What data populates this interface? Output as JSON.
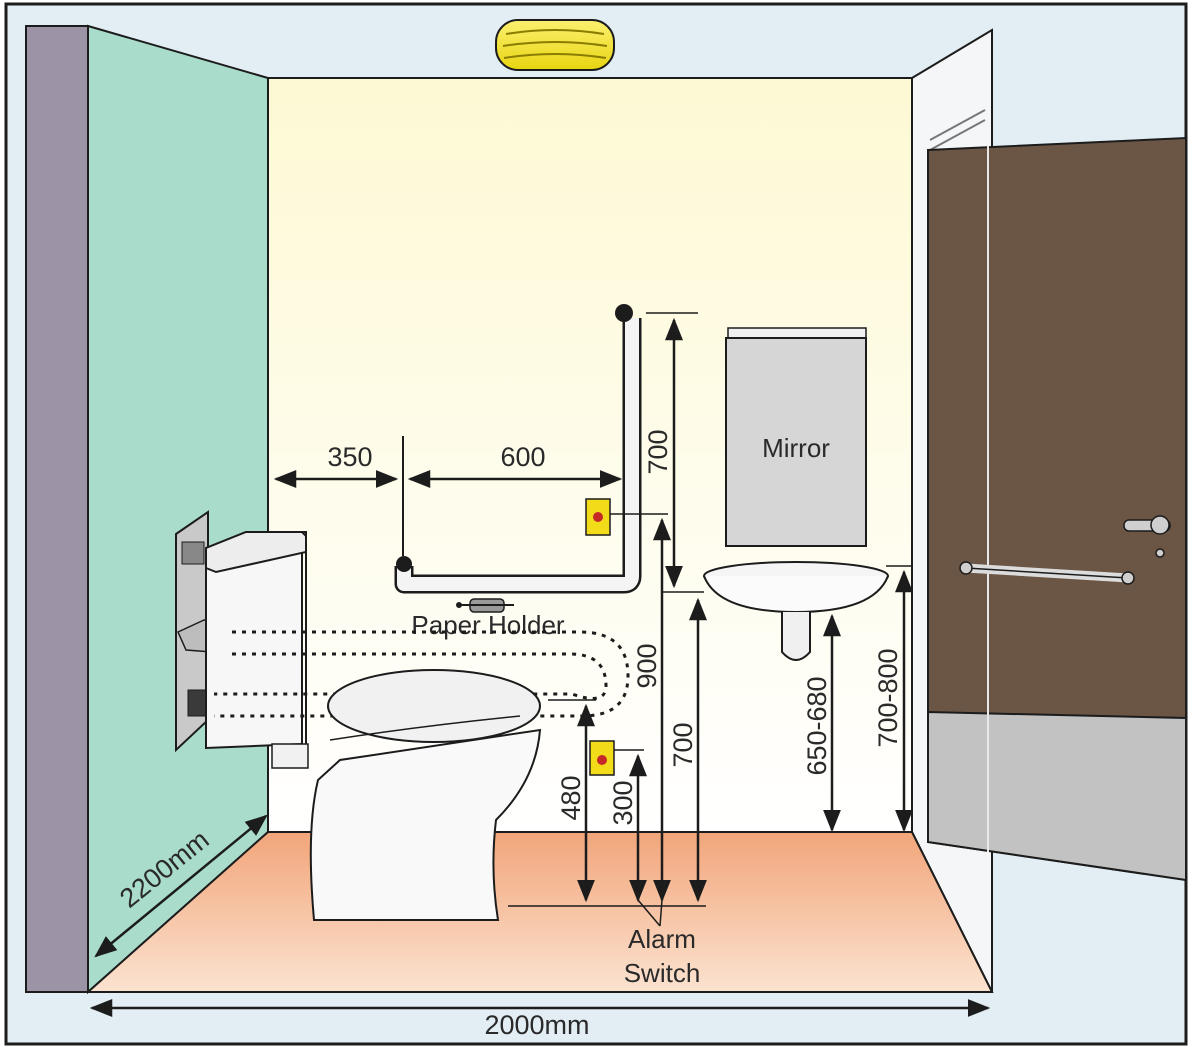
{
  "labels": {
    "mirror": "Mirror",
    "paper_holder": "Paper Holder",
    "alarm_switch_line1": "Alarm",
    "alarm_switch_line2": "Switch",
    "room_depth": "2200mm",
    "room_width": "2000mm"
  },
  "dimensions": {
    "wall_to_rail": "350",
    "rail_length": "600",
    "vertical_rail": "700",
    "alarm_upper": "900",
    "rail_height": "700",
    "seat_height": "480",
    "alarm_lower": "300",
    "basin_underside": "650-680",
    "basin_top": "700-800"
  },
  "colors": {
    "back_wall": "#fdfbe1",
    "left_wall": "#a9dccb",
    "floor_light": "#fbe3d0",
    "floor_dark": "#f2a57a",
    "door": "#6b5646",
    "door_kick_plate": "#c2c2c2",
    "frame": "#e2edf4",
    "light": "#f2e21d",
    "alarm": "#f2dc1a"
  }
}
